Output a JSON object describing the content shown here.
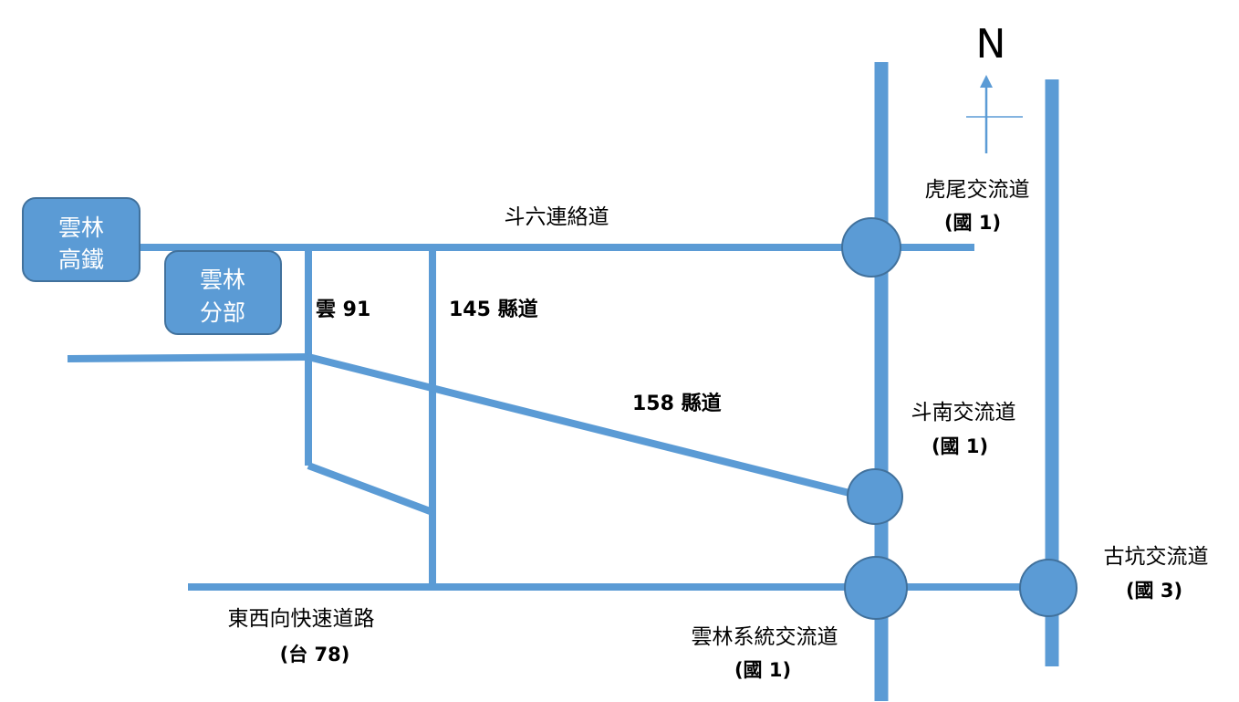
{
  "map": {
    "compass": {
      "label": "N"
    },
    "landmarks": {
      "hsr": {
        "line1": "雲林",
        "line2": "高鐵"
      },
      "branch": {
        "line1": "雲林",
        "line2": "分部"
      }
    },
    "roads": {
      "douliu_link": "斗六連絡道",
      "yun91": "雲 91",
      "county145": "145 縣道",
      "county158": "158 縣道",
      "expressway": {
        "line1": "東西向快速道路",
        "line2": "(台 78)"
      }
    },
    "interchanges": {
      "huwei": {
        "name": "虎尾交流道",
        "road": "(國 1)"
      },
      "dounan": {
        "name": "斗南交流道",
        "road": "(國 1)"
      },
      "yunlin_system": {
        "name": "雲林系統交流道",
        "road": "(國 1)"
      },
      "gukeng": {
        "name": "古坑交流道",
        "road": "(國 3)"
      }
    },
    "colors": {
      "road": "#5B9BD5",
      "box_fill": "#5B9BD5",
      "box_stroke": "#41719C",
      "label": "#000000"
    }
  }
}
